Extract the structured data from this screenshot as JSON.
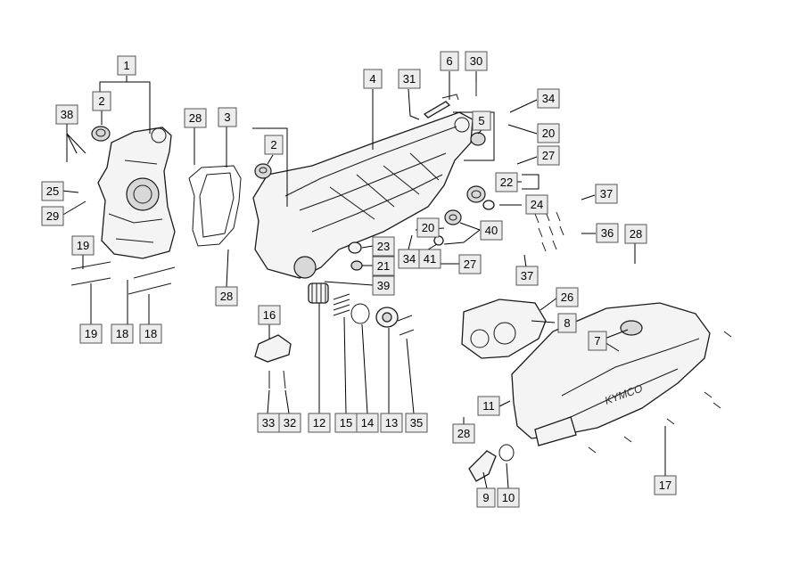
{
  "labels": {
    "l1": "1",
    "l2a": "2",
    "l2b": "2",
    "l3": "3",
    "l4": "4",
    "l5": "5",
    "l6": "6",
    "l7": "7",
    "l8": "8",
    "l9": "9",
    "l10": "10",
    "l11": "11",
    "l12": "12",
    "l13": "13",
    "l14": "14",
    "l15": "15",
    "l16": "16",
    "l17": "17",
    "l18a": "18",
    "l18b": "18",
    "l19a": "19",
    "l19b": "19",
    "l20a": "20",
    "l20b": "20",
    "l21": "21",
    "l22": "22",
    "l23": "23",
    "l24": "24",
    "l25": "25",
    "l26": "26",
    "l27a": "27",
    "l27b": "27",
    "l28a": "28",
    "l28b": "28",
    "l28c": "28",
    "l28d": "28",
    "l29": "29",
    "l30": "30",
    "l31": "31",
    "l32": "32",
    "l33": "33",
    "l34a": "34",
    "l34b": "34",
    "l35": "35",
    "l36": "36",
    "l37a": "37",
    "l37b": "37",
    "l38": "38",
    "l39": "39",
    "l40": "40",
    "l41": "41"
  },
  "cover_brand": "KYMCO"
}
